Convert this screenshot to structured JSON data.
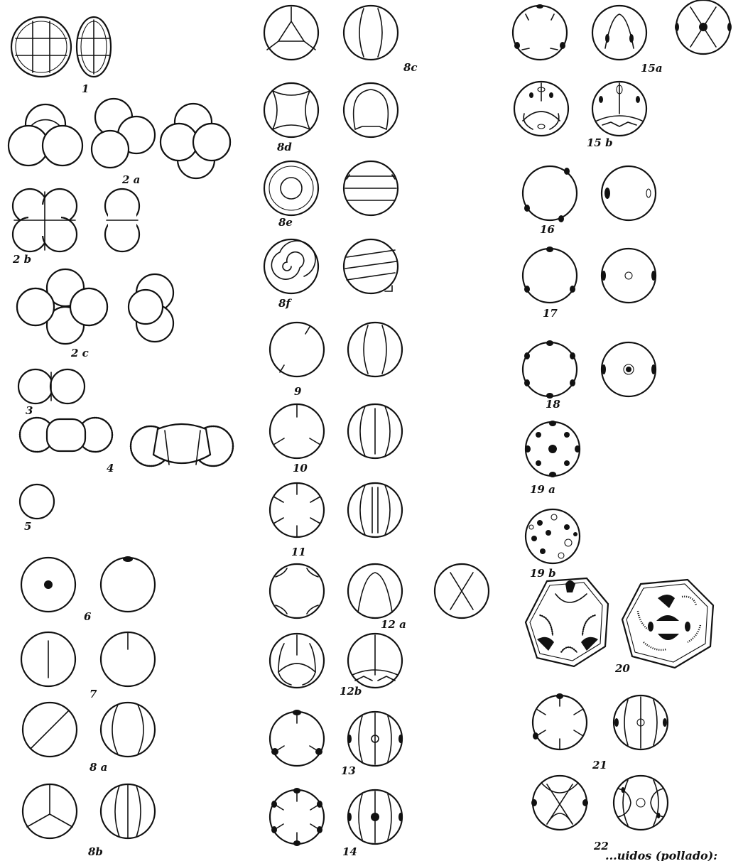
{
  "figure_labels": {
    "f1": "1",
    "f2a": "2 a",
    "f2b": "2 b",
    "f2c": "2 c",
    "f3": "3",
    "f4": "4",
    "f5": "5",
    "f6": "6",
    "f7": "7",
    "f8a": "8 a",
    "f8b": "8b",
    "f8c": "8c",
    "f8d": "8d",
    "f8e": "8e",
    "f8f": "8f",
    "f9": "9",
    "f10": "10",
    "f11": "11",
    "f12a": "12 a",
    "f12b": "12b",
    "f13": "13",
    "f14": "14",
    "f15a": "15a",
    "f15b": "15 b",
    "f16": "16",
    "f17": "17",
    "f18": "18",
    "f19a": "19 a",
    "f19b": "19 b",
    "f20": "20",
    "f21": "21",
    "f22": "22"
  },
  "caption_fragment": "...uidos (pollado):"
}
